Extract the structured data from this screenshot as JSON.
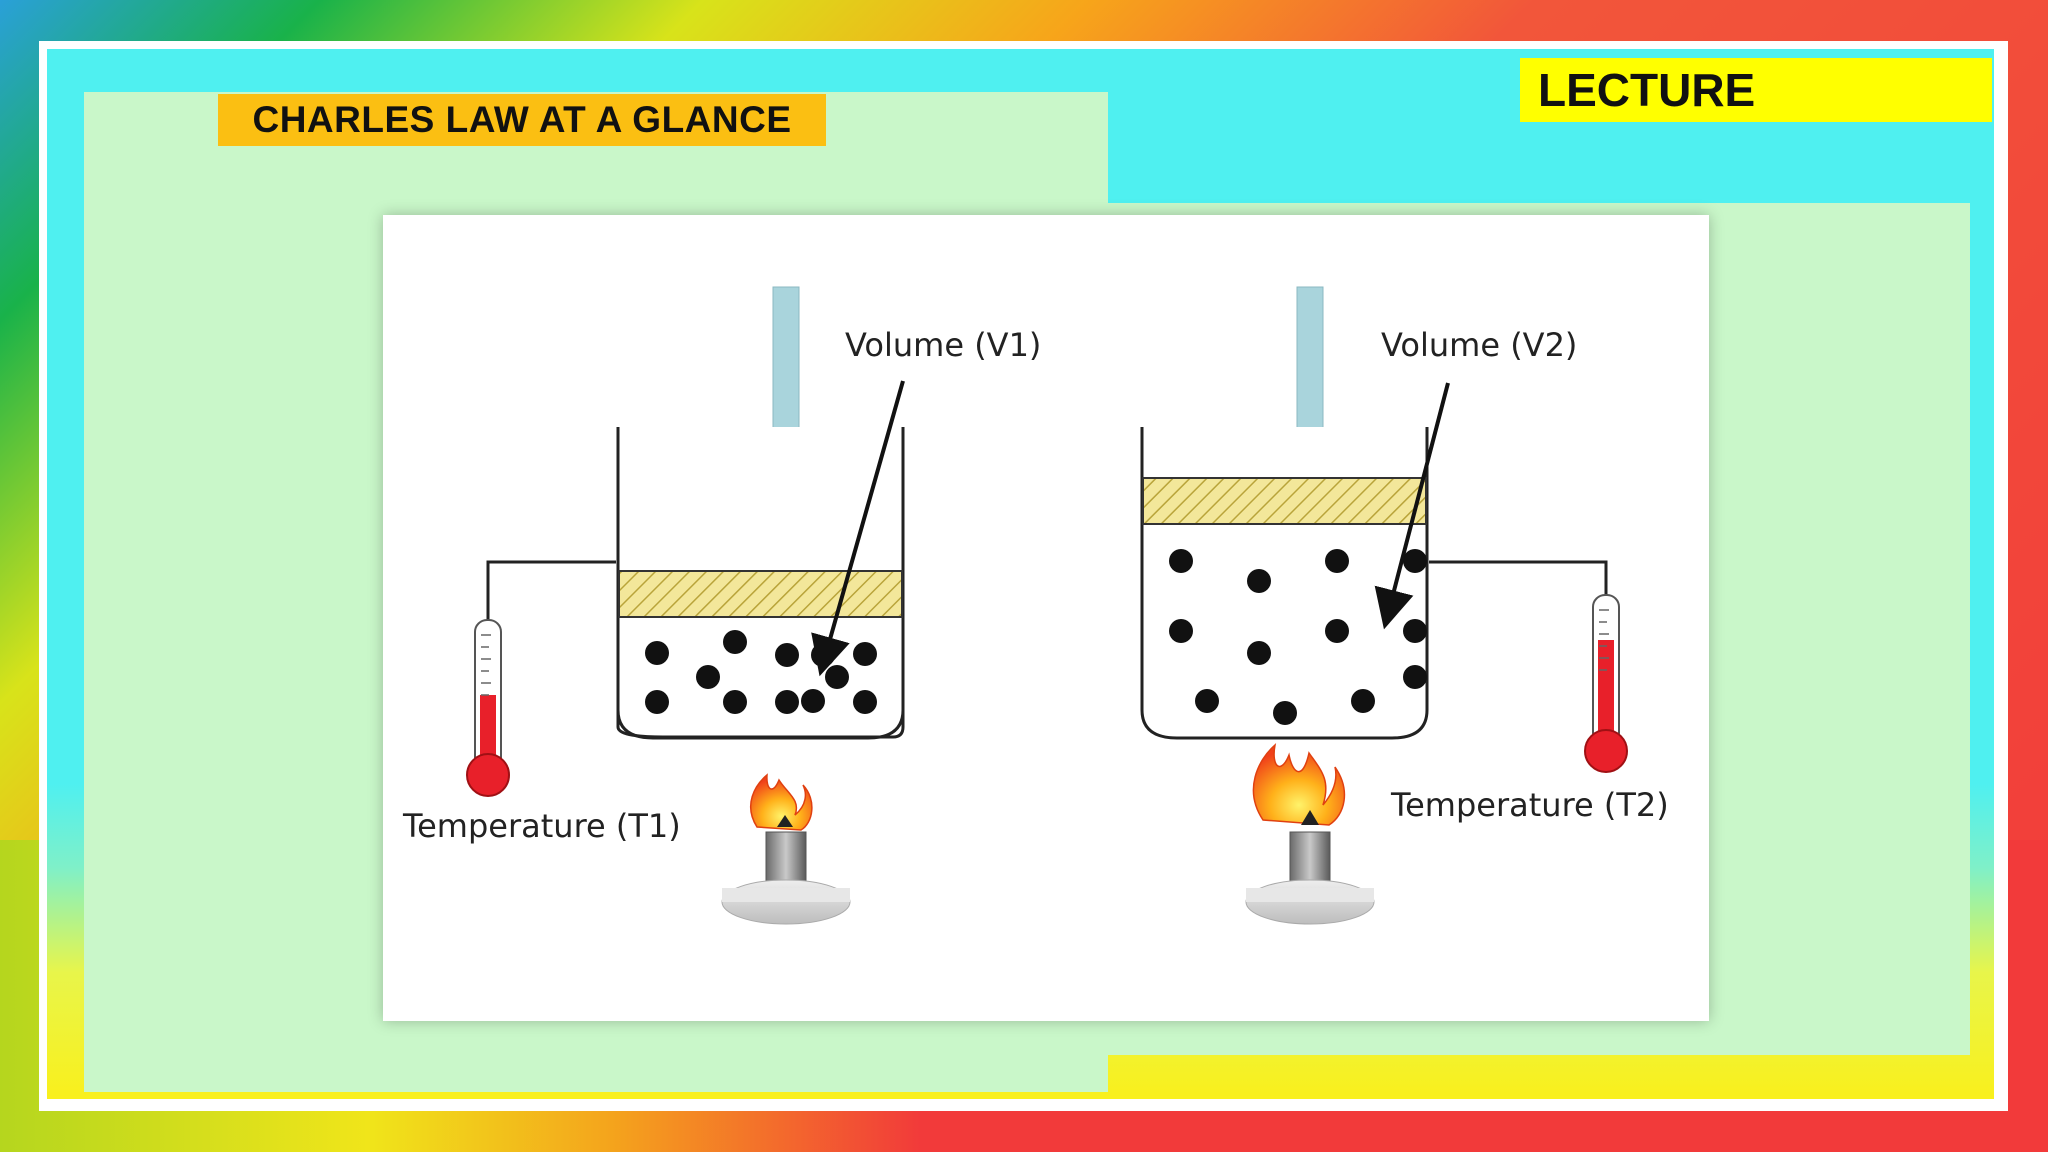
{
  "slide": {
    "title": "CHARLES LAW  AT A GLANCE",
    "tag": "LECTURE"
  },
  "diagram": {
    "left": {
      "volume_label": "Volume (V1)",
      "temperature_label": "Temperature (T1)"
    },
    "right": {
      "volume_label": "Volume (V2)",
      "temperature_label": "Temperature (T2)"
    }
  },
  "colors": {
    "title_banner": "#fbbf12",
    "lecture_banner": "#ffff00",
    "panel_cyan": "#4ff0f0",
    "panel_mint": "#c9f7c9",
    "thermometer_red": "#e8202a",
    "piston_yellow": "#f3e79a"
  }
}
